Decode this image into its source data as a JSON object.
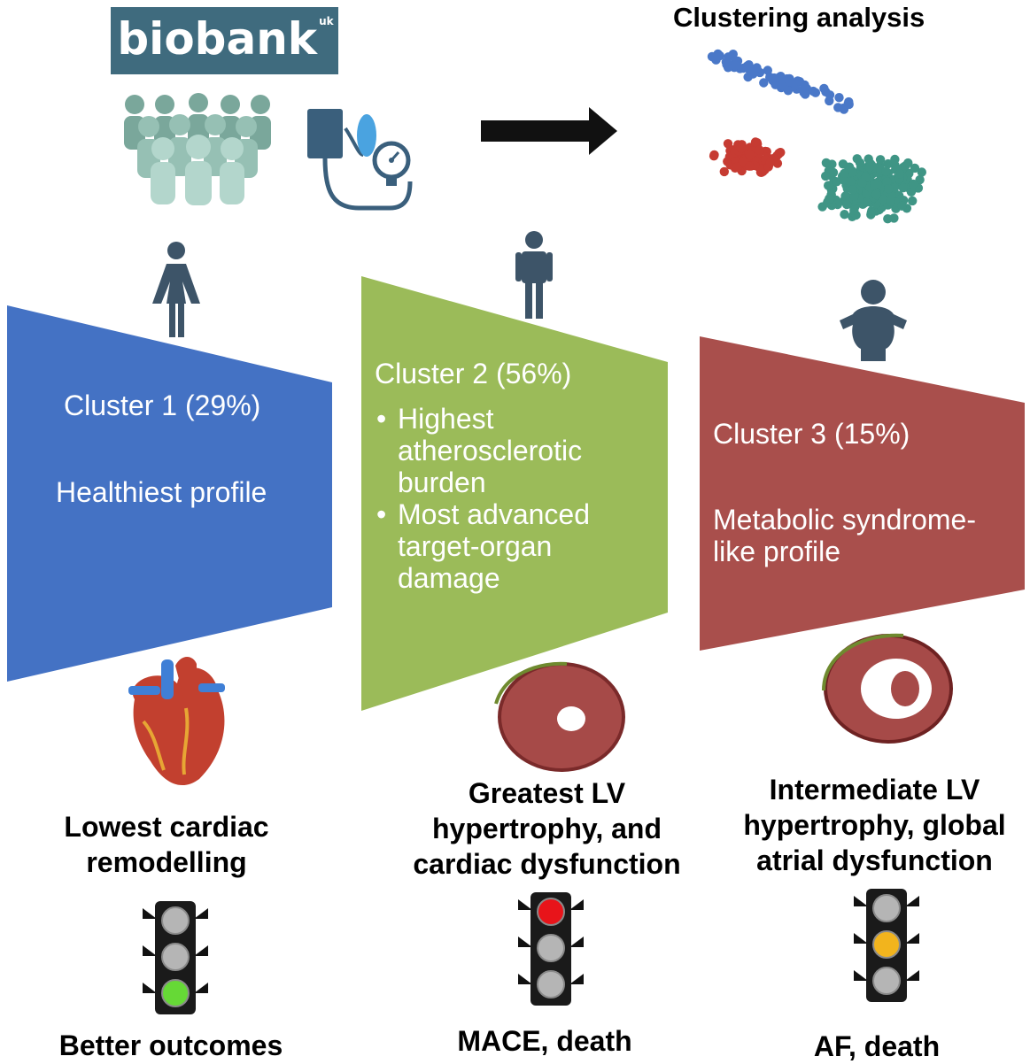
{
  "header": {
    "logo_text": "biobank",
    "logo_sup": "uk",
    "analysis_title": "Clustering analysis"
  },
  "icons": [
    "people-group-icon",
    "blood-pressure-cuff-icon",
    "arrow-right-icon",
    "woman-icon",
    "man-icon",
    "obese-person-icon",
    "heart-icon",
    "lv-slice-icon",
    "traffic-light-icon"
  ],
  "colors": {
    "cluster1": "#4472c4",
    "cluster2": "#9bbb59",
    "cluster3": "#a94f4c",
    "scatter_blue": "#4a78c8",
    "scatter_red": "#c63b32",
    "scatter_teal": "#3f9585",
    "light_red": "#e8141a",
    "light_amber": "#f2b41d",
    "light_green": "#66d936",
    "light_off": "#b5b5b5"
  },
  "clusters": [
    {
      "title": "Cluster 1 (29%)",
      "description": "Healthiest profile",
      "remodelling": [
        "Lowest cardiac",
        "remodelling"
      ],
      "outcome": "Better outcomes",
      "light": "green"
    },
    {
      "title": "Cluster 2 (56%)",
      "bullets": [
        [
          "Highest",
          "atherosclerotic",
          "burden"
        ],
        [
          "Most advanced",
          "target-organ",
          "damage"
        ]
      ],
      "remodelling": [
        "Greatest LV",
        "hypertrophy, and",
        "cardiac dysfunction"
      ],
      "outcome": "MACE, death",
      "light": "red"
    },
    {
      "title": "Cluster 3 (15%)",
      "description_lines": [
        "Metabolic syndrome-",
        "like profile"
      ],
      "remodelling": [
        "Intermediate LV",
        "hypertrophy, global",
        "atrial dysfunction"
      ],
      "outcome": "AF, death",
      "light": "amber"
    }
  ]
}
